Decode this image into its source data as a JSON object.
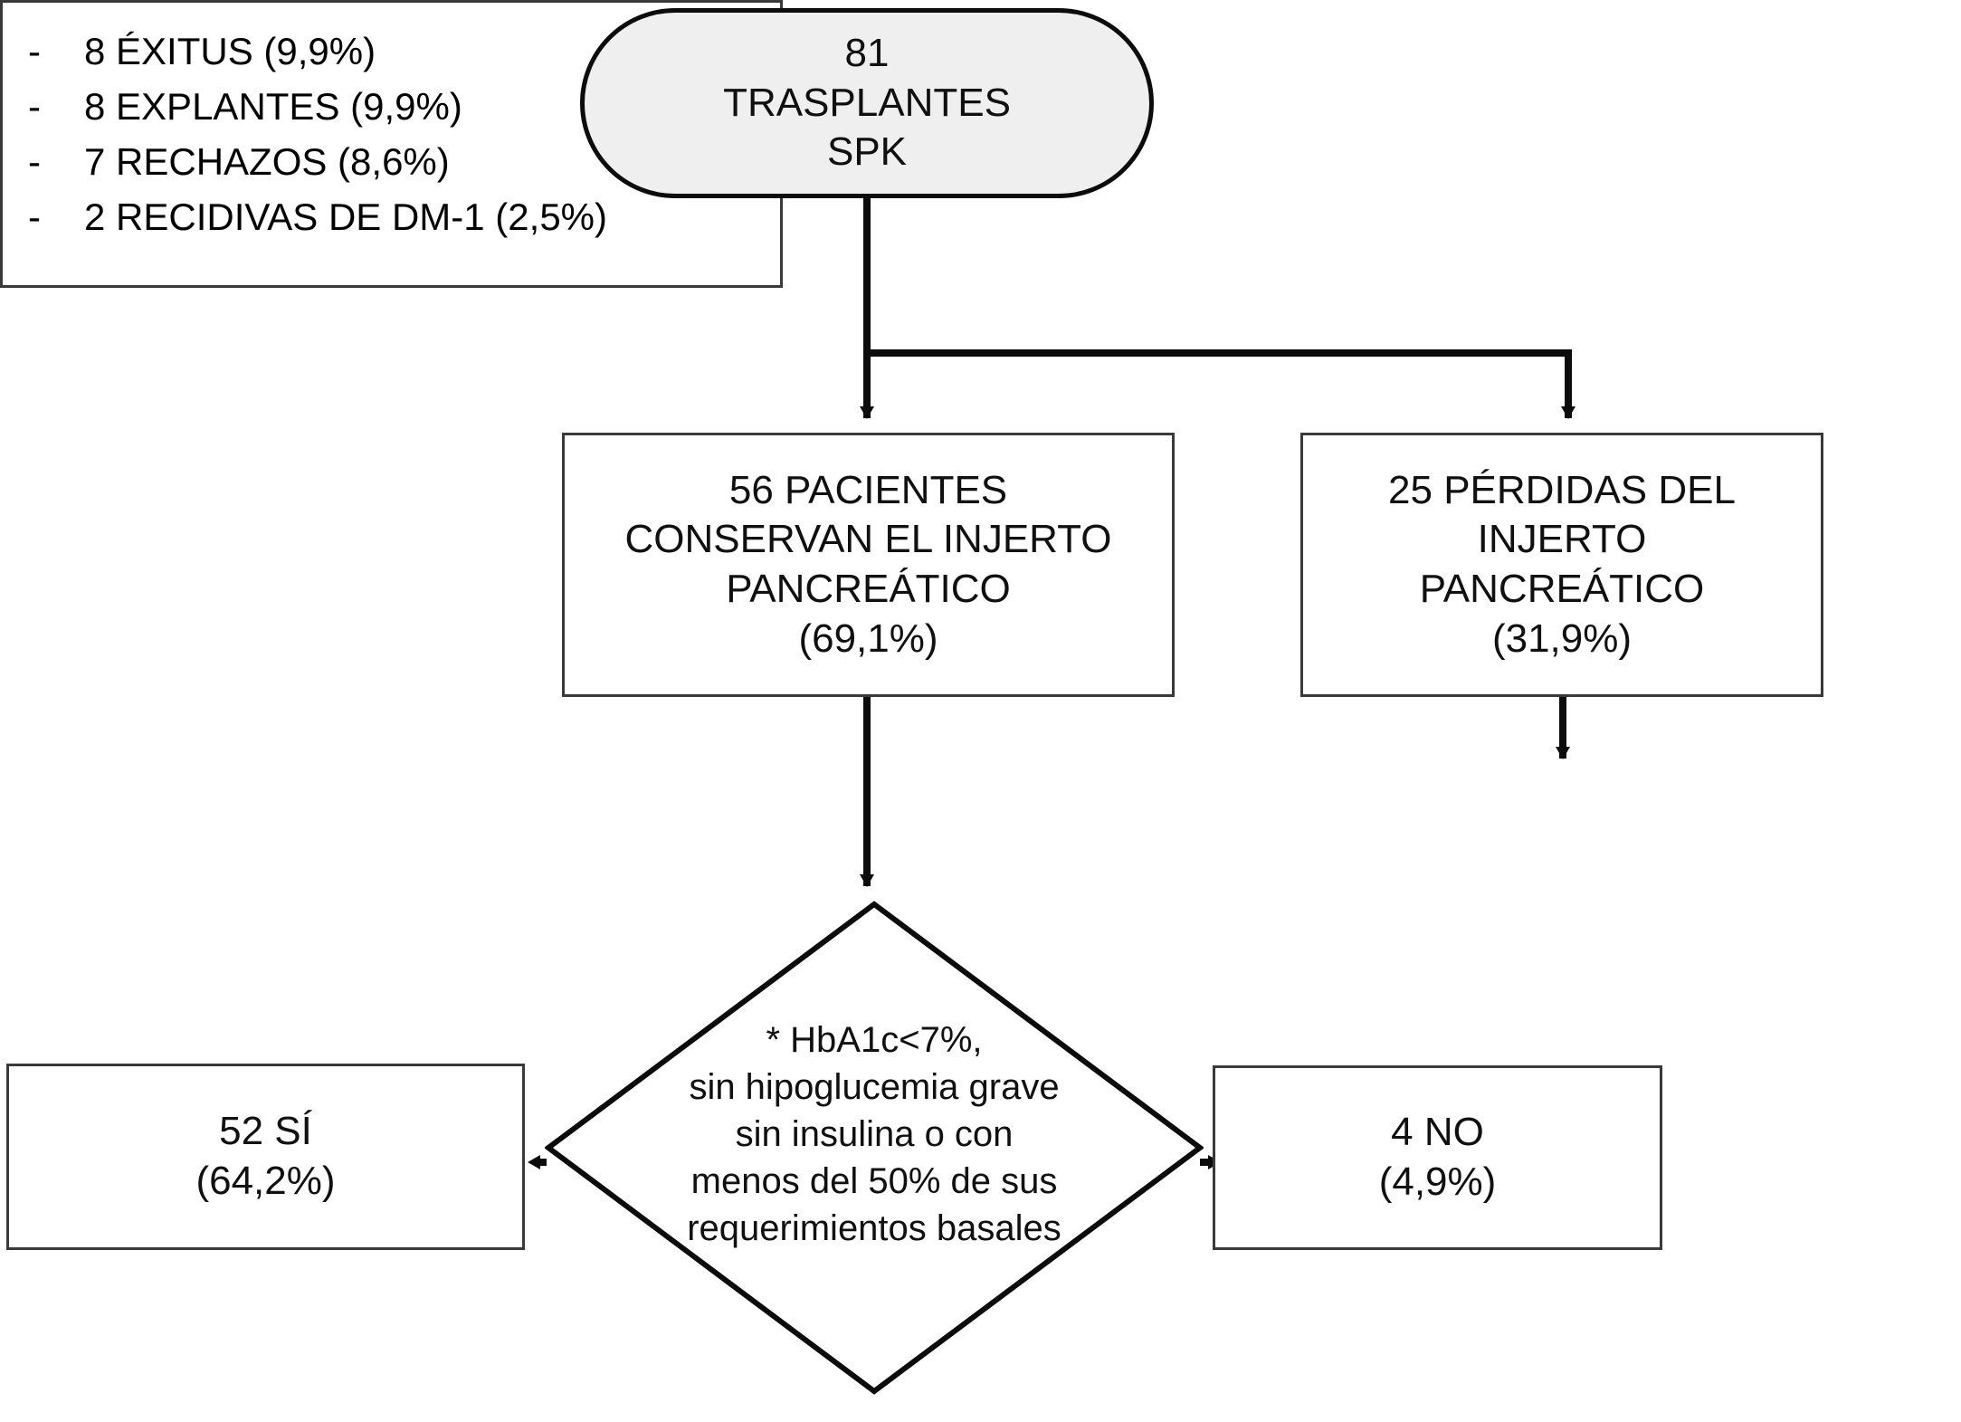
{
  "diagram": {
    "title": "Flujo de resultados de 81 trasplantes SPK",
    "stroke_color": "#0c0c0c",
    "rect_stroke_color": "#3a3a3a",
    "root_fill": "#efefef",
    "node_fill": "#ffffff"
  },
  "nodes": {
    "root": {
      "shape": "stadium",
      "lines": [
        "81",
        "TRASPLANTES",
        "SPK"
      ],
      "count": 81
    },
    "graft_kept": {
      "shape": "rectangle",
      "lines": [
        "56 PACIENTES",
        "CONSERVAN EL INJERTO",
        "PANCREÁTICO",
        "(69,1%)"
      ],
      "count": 56,
      "percent": "69,1%"
    },
    "graft_lost": {
      "shape": "rectangle",
      "lines": [
        "25 PÉRDIDAS DEL",
        "INJERTO",
        "PANCREÁTICO",
        "(31,9%)"
      ],
      "count": 25,
      "percent": "31,9%"
    },
    "loss_causes": {
      "shape": "rectangle-list",
      "bullet": "-",
      "items": [
        {
          "label": "8 ÉXITUS (9,9%)",
          "count": 8,
          "percent": "9,9%"
        },
        {
          "label": "8 EXPLANTES (9,9%)",
          "count": 8,
          "percent": "9,9%"
        },
        {
          "label": "7 RECHAZOS (8,6%)",
          "count": 7,
          "percent": "8,6%"
        },
        {
          "label": "2 RECIDIVAS DE DM-1 (2,5%)",
          "count": 2,
          "percent": "2,5%"
        }
      ]
    },
    "decision": {
      "shape": "diamond",
      "lines": [
        "* HbA1c<7%,",
        "sin hipoglucemia grave",
        "sin insulina o con",
        "menos del 50% de sus",
        "requerimientos basales"
      ]
    },
    "outcome_yes": {
      "shape": "rectangle",
      "lines": [
        "52 SÍ",
        "(64,2%)"
      ],
      "count": 52,
      "percent": "64,2%"
    },
    "outcome_no": {
      "shape": "rectangle",
      "lines": [
        "4 NO",
        "(4,9%)"
      ],
      "count": 4,
      "percent": "4,9%"
    }
  }
}
